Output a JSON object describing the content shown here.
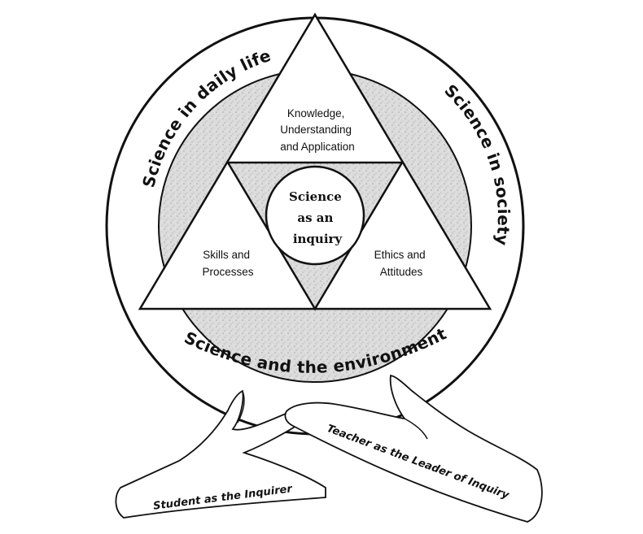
{
  "outer_ring": {
    "left_label": "Science in daily life",
    "right_label": "Science in society",
    "bottom_label": "Science and the environment"
  },
  "triangle": {
    "top_lines": [
      "Knowledge,",
      "Understanding",
      "and Application"
    ],
    "left_lines": [
      "Skills and",
      "Processes"
    ],
    "right_lines": [
      "Ethics and",
      "Attitudes"
    ]
  },
  "center": {
    "lines": [
      "Science",
      "as an",
      "inquiry"
    ]
  },
  "hands": {
    "student_label": "Student as the Inquirer",
    "teacher_label": "Teacher as the Leader of Inquiry"
  }
}
